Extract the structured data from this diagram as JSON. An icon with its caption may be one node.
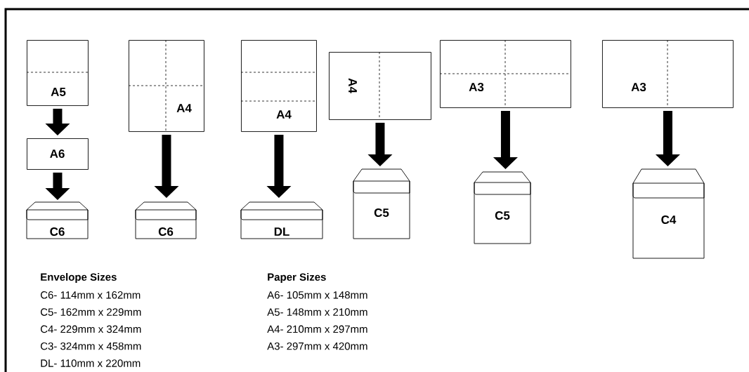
{
  "diagram": {
    "nodes": [
      {
        "text": [
          "A5"
        ]
      },
      {
        "text": [
          "A4"
        ]
      },
      {
        "text": [
          "A4"
        ]
      },
      {
        "text": [
          "A4"
        ]
      },
      {
        "text": [
          "A3"
        ]
      },
      {
        "text": [
          "A3"
        ]
      },
      {
        "text": [
          "A6"
        ]
      },
      {
        "text": [
          "C6"
        ]
      },
      {
        "text": [
          "C6"
        ]
      },
      {
        "text": [
          "DL"
        ]
      },
      {
        "text": [
          "C5"
        ]
      },
      {
        "text": [
          "C5"
        ]
      },
      {
        "text": [
          "C4"
        ]
      }
    ],
    "edges": [
      {
        "from": 0,
        "to": 6,
        "arrow": "to"
      },
      {
        "from": 6,
        "to": 7,
        "arrow": "to"
      },
      {
        "from": 1,
        "to": 8,
        "arrow": "to"
      },
      {
        "from": 2,
        "to": 9,
        "arrow": "to"
      },
      {
        "from": 3,
        "to": 10,
        "arrow": "to"
      },
      {
        "from": 4,
        "to": 11,
        "arrow": "to"
      },
      {
        "from": 5,
        "to": 12,
        "arrow": "to"
      }
    ],
    "labels": [
      "Envelope Sizes",
      "C6- 114mm x 162mm",
      "C5- 162mm x 229mm",
      "C4- 229mm x 324mm",
      "C3- 324mm x 458mm",
      "DL- 110mm x 220mm",
      "Paper Sizes",
      "A6- 105mm x 148mm",
      "A5- 148mm x 210mm",
      "A4- 210mm x 297mm",
      "A3- 297mm x 420mm"
    ]
  }
}
